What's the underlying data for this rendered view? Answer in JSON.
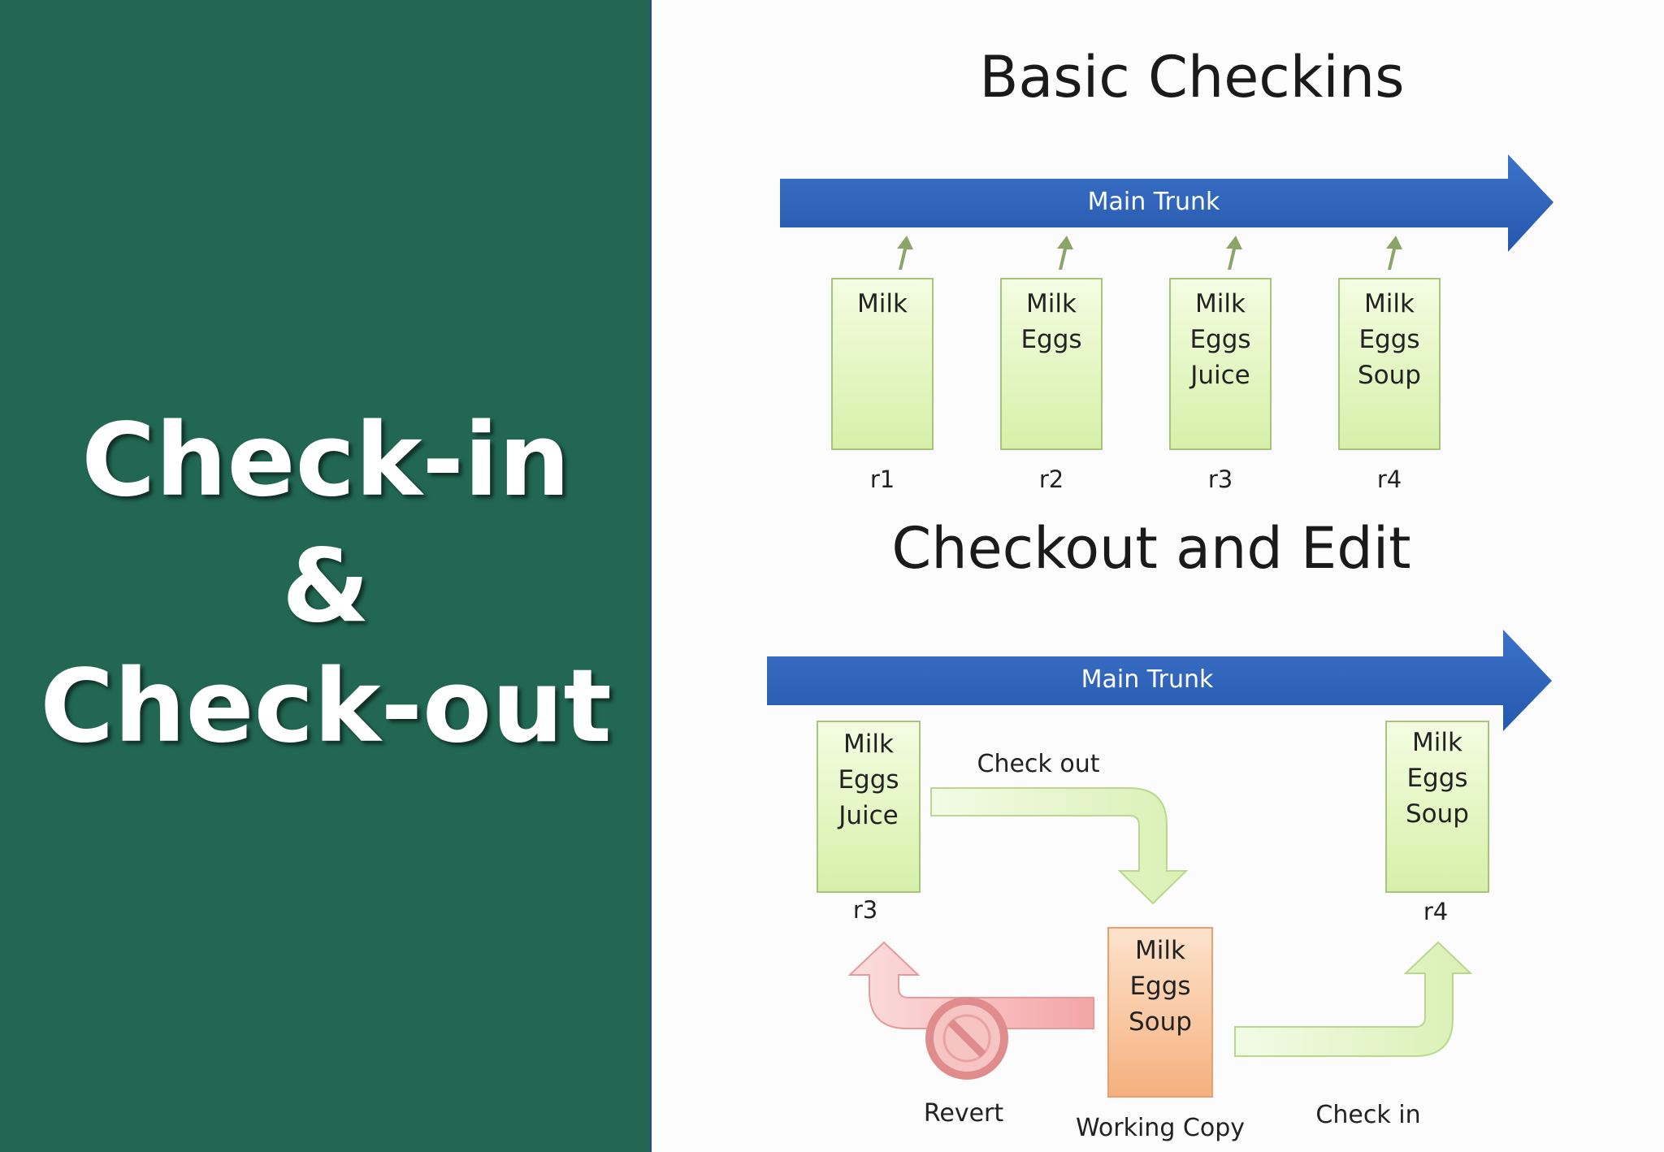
{
  "left": {
    "line1": "Check-in",
    "line2": "&",
    "line3": "Check-out",
    "bg_color": "#216751"
  },
  "basic": {
    "title": "Basic Checkins",
    "trunk_label": "Main Trunk",
    "revisions": [
      {
        "items": [
          "Milk"
        ],
        "label": "r1"
      },
      {
        "items": [
          "Milk",
          "Eggs"
        ],
        "label": "r2"
      },
      {
        "items": [
          "Milk",
          "Eggs",
          "Juice"
        ],
        "label": "r3"
      },
      {
        "items": [
          "Milk",
          "Eggs",
          "Soup"
        ],
        "label": "r4"
      }
    ]
  },
  "checkout": {
    "title": "Checkout and Edit",
    "trunk_label": "Main Trunk",
    "left_rev": {
      "items": [
        "Milk",
        "Eggs",
        "Juice"
      ],
      "label": "r3"
    },
    "right_rev": {
      "items": [
        "Milk",
        "Eggs",
        "Soup"
      ],
      "label": "r4"
    },
    "working_copy": {
      "items": [
        "Milk",
        "Eggs",
        "Soup"
      ],
      "label": "Working Copy"
    },
    "checkout_label": "Check out",
    "revert_label": "Revert",
    "checkin_label": "Check in"
  },
  "colors": {
    "trunk": "#2e63b8",
    "box_fill": "#e4f6c4",
    "box_stroke": "#a8c57c",
    "working_fill": "#f8c9a2",
    "revert": "#f4b2b2"
  }
}
